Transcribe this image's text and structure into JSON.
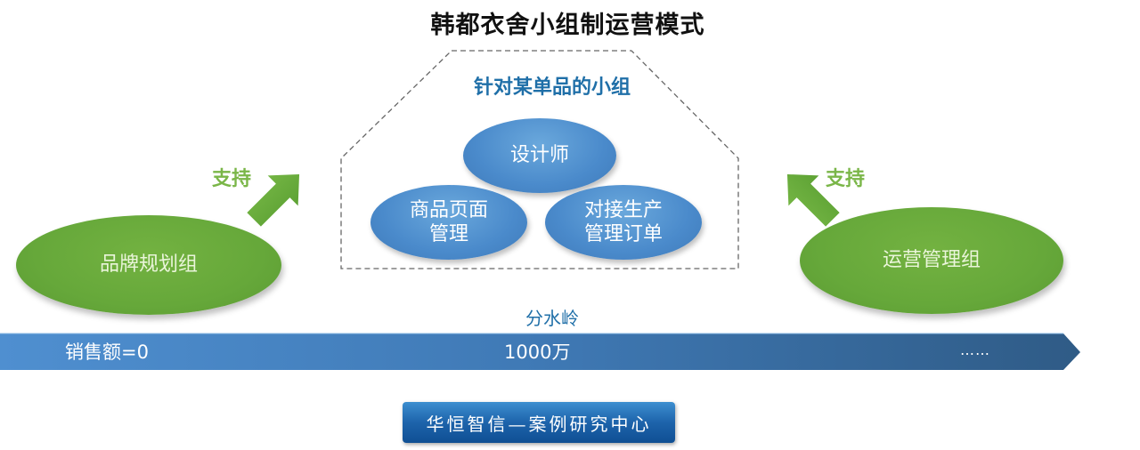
{
  "title": "韩都衣舍小组制运营模式",
  "center_group": {
    "title": "针对某单品的小组",
    "members": [
      {
        "line1": "设计师",
        "line2": ""
      },
      {
        "line1": "商品页面",
        "line2": "管理"
      },
      {
        "line1": "对接生产",
        "line2": "管理订单"
      }
    ]
  },
  "left_group": {
    "label": "品牌规划组",
    "support_label": "支持"
  },
  "right_group": {
    "label": "运营管理组",
    "support_label": "支持"
  },
  "timeline": {
    "watershed_label": "分水岭",
    "start_label": "销售额=0",
    "mid_label": "1000万",
    "end_label": "……"
  },
  "footer_badge": "华恒智信—案例研究中心",
  "colors": {
    "blue_ellipse": "#4a8acb",
    "green_ellipse": "#66a83a",
    "accent_blue_text": "#1f6fa8",
    "support_green": "#7ab648",
    "bar_start": "#4f8fd0",
    "bar_end": "#2f5b86"
  }
}
